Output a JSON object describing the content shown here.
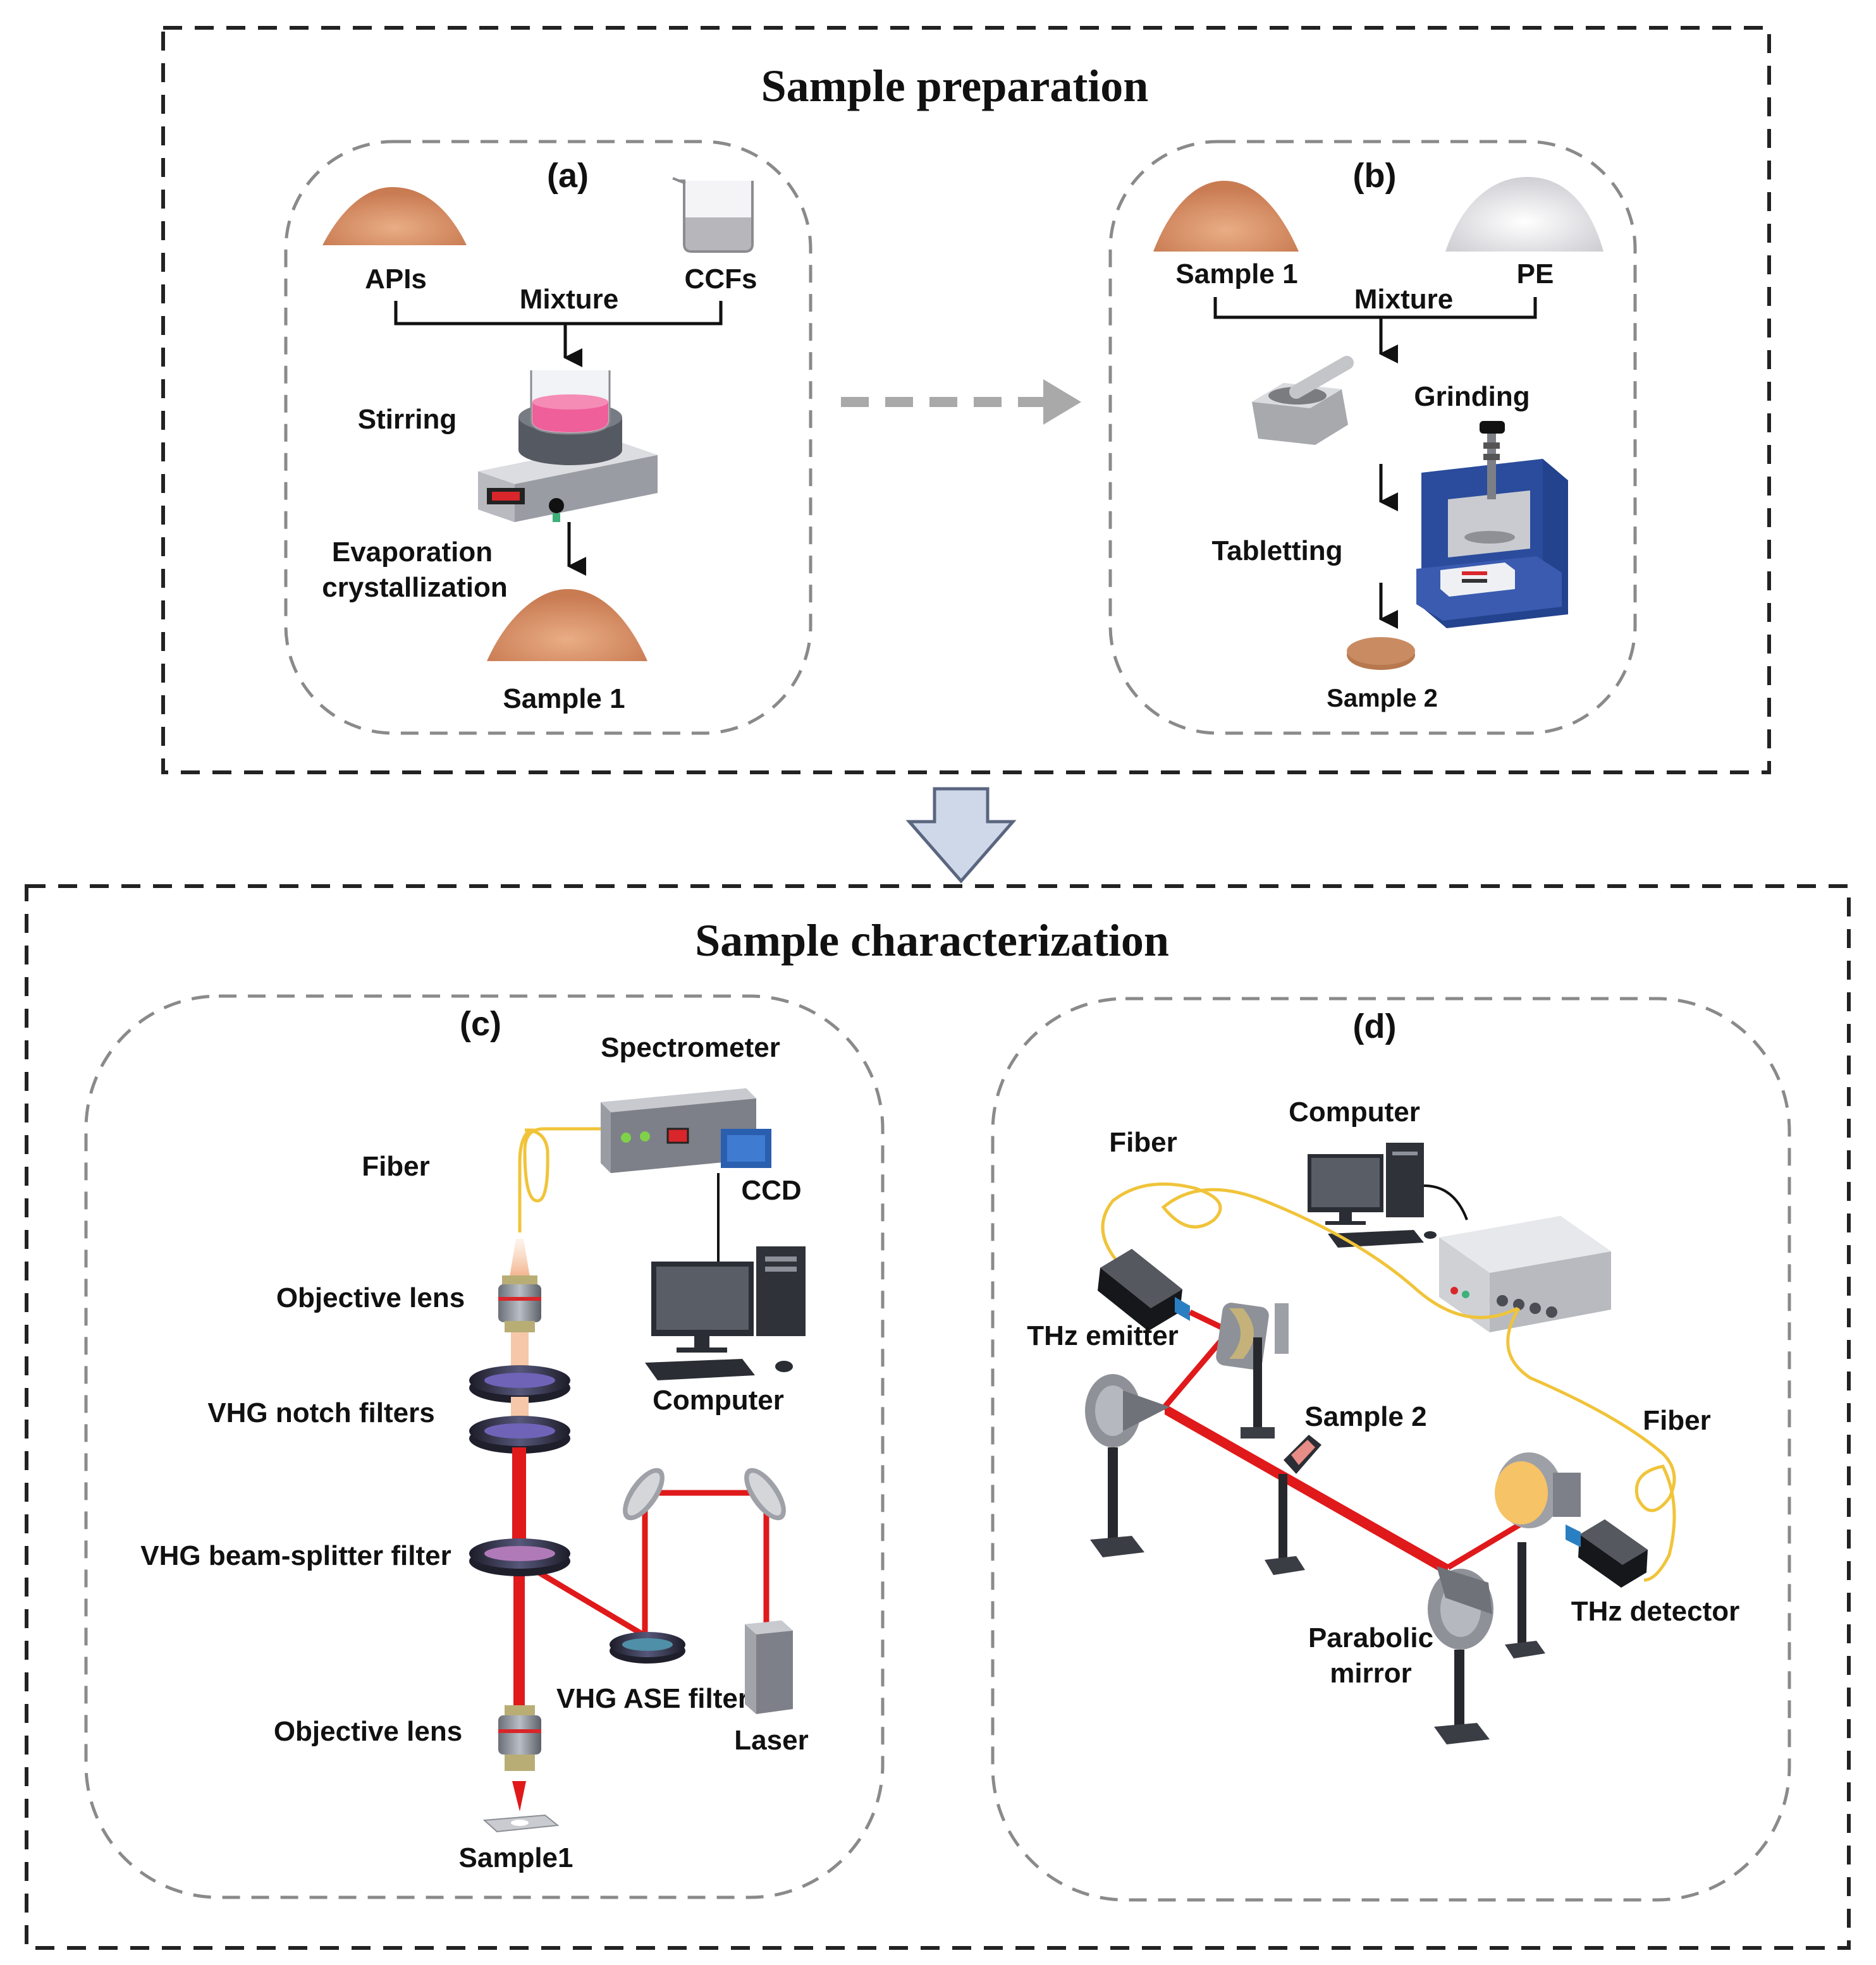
{
  "sections": {
    "preparation": {
      "title": "Sample preparation"
    },
    "characterization": {
      "title": "Sample characterization"
    }
  },
  "panels": {
    "a": {
      "label": "(a)",
      "apis": "APIs",
      "ccfs": "CCFs",
      "mixture": "Mixture",
      "stirring": "Stirring",
      "evaporation_line1": "Evaporation",
      "evaporation_line2": "crystallization",
      "sample": "Sample 1"
    },
    "b": {
      "label": "(b)",
      "sample_in": "Sample 1",
      "pe": "PE",
      "mixture": "Mixture",
      "grinding": "Grinding",
      "tabletting": "Tabletting",
      "sample_out": "Sample 2"
    },
    "c": {
      "label": "(c)",
      "spectrometer": "Spectrometer",
      "fiber": "Fiber",
      "ccd": "CCD",
      "objective_top": "Objective lens",
      "computer": "Computer",
      "notch": "VHG  notch filters",
      "beam_splitter": "VHG beam-splitter filter",
      "ase": "VHG ASE filter",
      "objective_bottom": "Objective lens",
      "laser": "Laser",
      "sample": "Sample1"
    },
    "d": {
      "label": "(d)",
      "computer": "Computer",
      "fiber_top": "Fiber",
      "emitter": "THz emitter",
      "sample": "Sample 2",
      "fiber_right": "Fiber",
      "detector": "THz detector",
      "mirror_line1": "Parabolic",
      "mirror_line2": "mirror"
    }
  },
  "colors": {
    "laser_beam": "#e0191b",
    "fiber": "#f0c43a",
    "powder": "#d9946c",
    "pink_liquid": "#ef5f9a",
    "device_blue": "#2b4c9c",
    "flow_arrow": "#cfd8e8"
  },
  "icons": [
    "powder-pile-icon",
    "beaker-icon",
    "hotplate-stirrer-icon",
    "mortar-pestle-icon",
    "tablet-press-icon",
    "spectrometer-icon",
    "computer-icon",
    "laser-icon",
    "thz-emitter-icon",
    "thz-detector-icon",
    "parabolic-mirror-icon",
    "control-box-icon"
  ]
}
